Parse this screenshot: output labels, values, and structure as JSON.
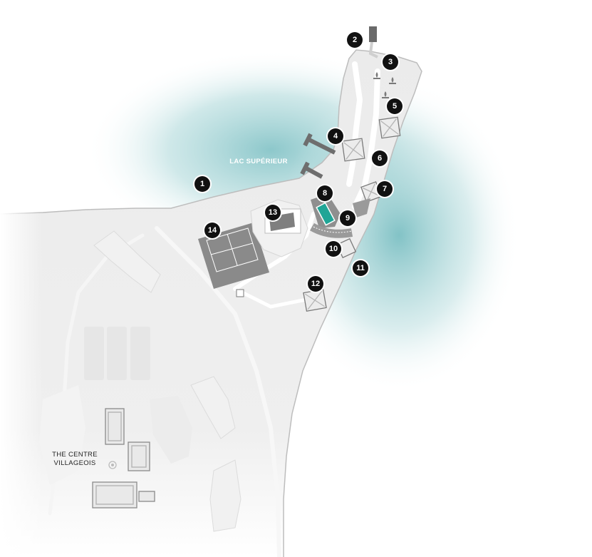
{
  "map": {
    "water_label": "LAC SUPÉRIEUR",
    "village_label_line1": "THE CENTRE",
    "village_label_line2": "VILLAGEOIS",
    "colors": {
      "water": "#2f9aa0",
      "land": "#ebebeb",
      "path": "#ffffff",
      "building": "#7f7f7f",
      "pool": "#1fa596",
      "marker": "#111111",
      "water_label": "#ffffff",
      "village_label": "#222222"
    },
    "markers": [
      {
        "id": "1",
        "label": "1"
      },
      {
        "id": "2",
        "label": "2"
      },
      {
        "id": "3",
        "label": "3"
      },
      {
        "id": "4",
        "label": "4"
      },
      {
        "id": "5",
        "label": "5"
      },
      {
        "id": "6",
        "label": "6"
      },
      {
        "id": "7",
        "label": "7"
      },
      {
        "id": "8",
        "label": "8"
      },
      {
        "id": "9",
        "label": "9"
      },
      {
        "id": "10",
        "label": "10"
      },
      {
        "id": "11",
        "label": "11"
      },
      {
        "id": "12",
        "label": "12"
      },
      {
        "id": "13",
        "label": "13"
      },
      {
        "id": "14",
        "label": "14"
      }
    ]
  }
}
